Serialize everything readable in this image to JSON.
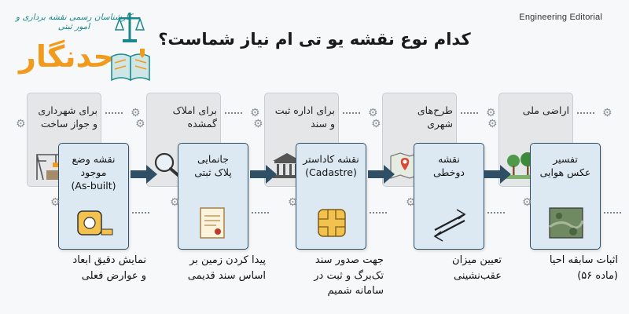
{
  "header": {
    "editorial": "Engineering Editorial",
    "title": "کدام نوع نقشه یو تی ام نیاز شماست؟"
  },
  "logo": {
    "tagline": "کارشناسان رسمی نقشه برداری و امور ثبتی",
    "wordmark": "حدنگار"
  },
  "steps": [
    {
      "back_label": "برای شهرداری\nو جواز ساخت",
      "back_icon": "crane-icon",
      "front_label": "نقشه وضع\nموجود\n(As-built)",
      "front_icon": "tape-measure-icon",
      "caption": "نمایش دقیق ابعاد\nو عوارض فعلی"
    },
    {
      "back_label": "برای املاک\nگمشده",
      "back_icon": "magnifier-icon",
      "front_label": "جانمایی\nپلاک ثبتی",
      "front_icon": "deed-scroll-icon",
      "caption": "پیدا کردن زمین بر\nاساس سند قدیمی"
    },
    {
      "back_label": "برای اداره ثبت\nو سند",
      "back_icon": "government-building-icon",
      "front_label": "نقشه کاداستر\n(Cadastre)",
      "front_icon": "smart-chip-icon",
      "caption": "جهت صدور سند\nتک‌برگ و ثبت در\nسامانه شمیم"
    },
    {
      "back_label": "طرح‌های\nشهری",
      "back_icon": "map-pin-icon",
      "front_label": "نقشه\nدوخطی",
      "front_icon": "double-line-icon",
      "caption": "تعیین میزان\nعقب‌نشینی"
    },
    {
      "back_label": "اراضی ملی",
      "back_icon": "trees-icon",
      "front_label": "تفسیر\nعکس هوایی",
      "front_icon": "aerial-photo-icon",
      "caption": "اثبات سابقه احیا\n(ماده ۵۶)"
    }
  ],
  "colors": {
    "accent": "#f29a1c",
    "teal": "#18888d",
    "navy": "#2f4f66",
    "card_front": "#dde9f2",
    "card_back": "#e4e6e8"
  }
}
